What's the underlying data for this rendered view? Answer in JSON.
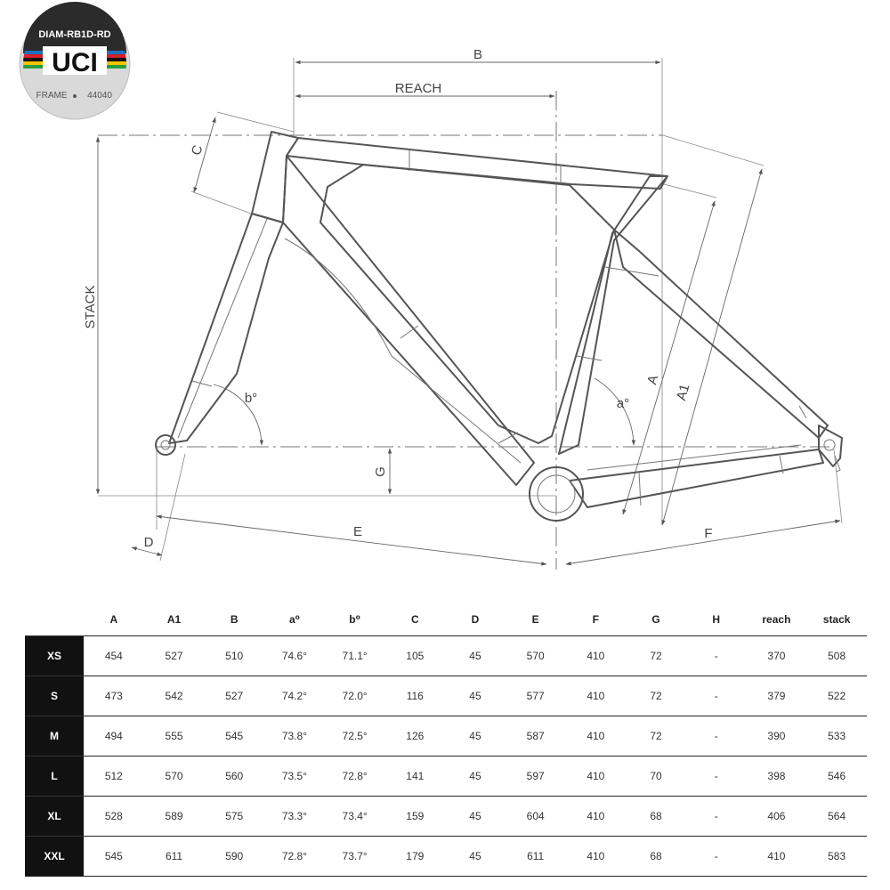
{
  "badge": {
    "top_text": "DIAM-RB1D-RD",
    "logo_text": "UCI",
    "frame_label": "FRAME",
    "frame_number": "44040",
    "stripe_colors": [
      "#1f6fbf",
      "#d61f26",
      "#111111",
      "#f2c500",
      "#2a9d3d"
    ]
  },
  "dimension_labels": {
    "B": "B",
    "reach": "REACH",
    "C": "C",
    "stack": "STACK",
    "A": "A",
    "A1": "A1",
    "a_angle": "a°",
    "b_angle": "b°",
    "G": "G",
    "D": "D",
    "E": "E",
    "F": "F"
  },
  "table": {
    "headers": [
      "A",
      "A1",
      "B",
      "a⁰",
      "b⁰",
      "C",
      "D",
      "E",
      "F",
      "G",
      "H",
      "reach",
      "stack"
    ],
    "rows": [
      {
        "size": "XS",
        "values": [
          "454",
          "527",
          "510",
          "74.6°",
          "71.1°",
          "105",
          "45",
          "570",
          "410",
          "72",
          "-",
          "370",
          "508"
        ]
      },
      {
        "size": "S",
        "values": [
          "473",
          "542",
          "527",
          "74.2°",
          "72.0°",
          "116",
          "45",
          "577",
          "410",
          "72",
          "-",
          "379",
          "522"
        ]
      },
      {
        "size": "M",
        "values": [
          "494",
          "555",
          "545",
          "73.8°",
          "72.5°",
          "126",
          "45",
          "587",
          "410",
          "72",
          "-",
          "390",
          "533"
        ]
      },
      {
        "size": "L",
        "values": [
          "512",
          "570",
          "560",
          "73.5°",
          "72.8°",
          "141",
          "45",
          "597",
          "410",
          "70",
          "-",
          "398",
          "546"
        ]
      },
      {
        "size": "XL",
        "values": [
          "528",
          "589",
          "575",
          "73.3°",
          "73.4°",
          "159",
          "45",
          "604",
          "410",
          "68",
          "-",
          "406",
          "564"
        ]
      },
      {
        "size": "XXL",
        "values": [
          "545",
          "611",
          "590",
          "72.8°",
          "73.7°",
          "179",
          "45",
          "611",
          "410",
          "68",
          "-",
          "410",
          "583"
        ]
      }
    ]
  }
}
